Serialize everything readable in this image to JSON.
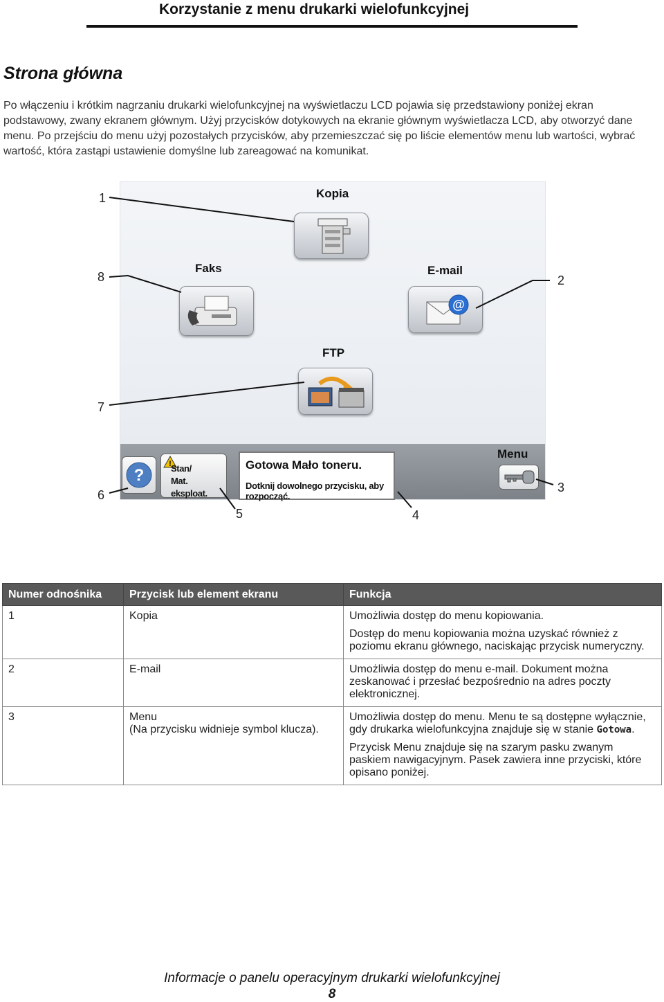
{
  "header": {
    "title": "Korzystanie z menu drukarki wielofunkcyjnej"
  },
  "section": {
    "heading": "Strona główna",
    "intro": "Po włączeniu i krótkim nagrzaniu drukarki wielofunkcyjnej na wyświetlaczu LCD pojawia się przedstawiony poniżej ekran podstawowy, zwany ekranem głównym. Użyj przycisków dotykowych na ekranie głównym wyświetlacza LCD, aby otworzyć dane menu. Po przejściu do menu użyj pozostałych przycisków, aby przemieszczać się po liście elementów menu lub wartości, wybrać wartość, która zastąpi ustawienie domyślne lub zareagować na komunikat."
  },
  "screen": {
    "kopia_label": "Kopia",
    "faks_label": "Faks",
    "email_label": "E-mail",
    "ftp_label": "FTP",
    "stan_line1": "Stan/",
    "stan_line2": "Mat. eksploat.",
    "status_line1": "Gotowa Mało toneru.",
    "status_line2": "Dotknij dowolnego przycisku, aby rozpocząć.",
    "menu_label": "Menu",
    "icons": [
      "copier-icon",
      "fax-icon",
      "email-envelope-icon",
      "ftp-transfer-icon",
      "help-question-icon",
      "warning-icon",
      "key-icon"
    ]
  },
  "callouts": [
    "1",
    "2",
    "3",
    "4",
    "5",
    "6",
    "7",
    "8"
  ],
  "table": {
    "headers": [
      "Numer odnośnika",
      "Przycisk lub element ekranu",
      "Funkcja"
    ],
    "rows": [
      {
        "num": "1",
        "element": "Kopia",
        "element_note": "",
        "func1": "Umożliwia dostęp do menu kopiowania.",
        "func2": "Dostęp do menu kopiowania można uzyskać również z poziomu ekranu głównego, naciskając przycisk numeryczny."
      },
      {
        "num": "2",
        "element": "E-mail",
        "element_note": "",
        "func1": "Umożliwia dostęp do menu e-mail. Dokument można zeskanować i przesłać bezpośrednio na adres poczty elektronicznej.",
        "func2": ""
      },
      {
        "num": "3",
        "element": "Menu",
        "element_note": "(Na przycisku widnieje symbol klucza).",
        "func1_pre": "Umożliwia dostęp do menu. Menu te są dostępne wyłącznie, gdy drukarka wielofunkcyjna znajduje się w stanie ",
        "func1_code": "Gotowa",
        "func1_post": ".",
        "func2": "Przycisk Menu znajduje się na szarym pasku zwanym paskiem nawigacyjnym. Pasek zawiera inne przyciski, które opisano poniżej."
      }
    ]
  },
  "footer": {
    "text": "Informacje o panelu operacyjnym drukarki wielofunkcyjnej",
    "page": "8"
  }
}
